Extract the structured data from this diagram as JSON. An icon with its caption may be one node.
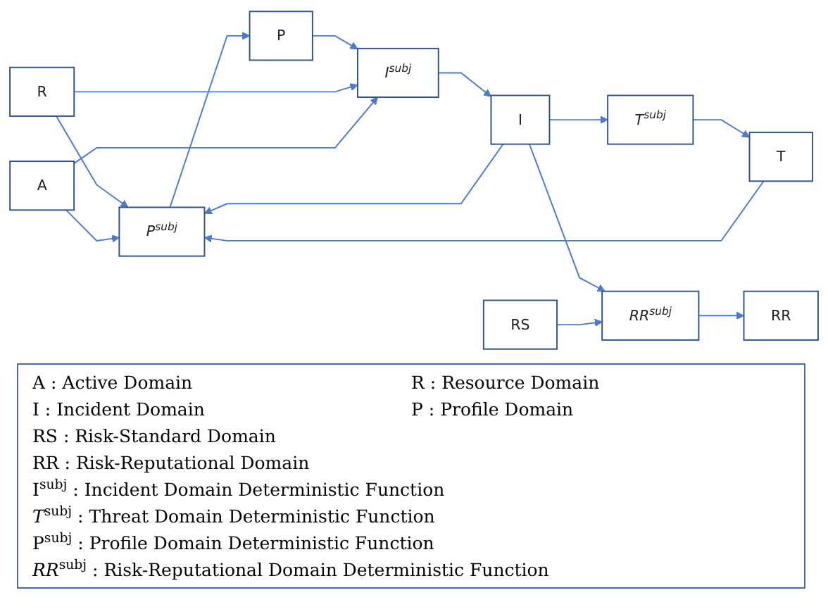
{
  "diagram": {
    "nodes": [
      {
        "text": [
          "P$^{subj}$"
        ]
      },
      {
        "text": [
          "T"
        ]
      },
      {
        "text": [
          "P"
        ]
      },
      {
        "text": [
          "R"
        ]
      },
      {
        "text": [
          "T$^{subj}$"
        ]
      },
      {
        "text": [
          "I$^{subj}$"
        ]
      },
      {
        "text": [
          "I"
        ]
      },
      {
        "text": [
          "RR$^{subj}$"
        ]
      },
      {
        "text": [
          "RR"
        ]
      },
      {
        "text": [
          "A"
        ]
      },
      {
        "text": [
          "RS"
        ]
      }
    ],
    "edges": [
      {
        "from": 3,
        "to": 0,
        "arrow": "to"
      },
      {
        "from": 9,
        "to": 0,
        "arrow": "to"
      },
      {
        "from": 0,
        "to": 2,
        "arrow": "to"
      },
      {
        "from": 2,
        "to": 5,
        "arrow": "to"
      },
      {
        "from": 3,
        "to": 5,
        "arrow": "to"
      },
      {
        "from": 9,
        "to": 5,
        "arrow": "to"
      },
      {
        "from": 5,
        "to": 6,
        "arrow": "to"
      },
      {
        "from": 6,
        "to": 0,
        "arrow": "to"
      },
      {
        "from": 1,
        "to": 0,
        "arrow": "to"
      },
      {
        "from": 6,
        "to": 4,
        "arrow": "to"
      },
      {
        "from": 6,
        "to": 7,
        "arrow": "to"
      },
      {
        "from": 10,
        "to": 7,
        "arrow": "to"
      },
      {
        "from": 4,
        "to": 1,
        "arrow": "to"
      },
      {
        "from": 7,
        "to": 8,
        "arrow": "to"
      }
    ],
    "labels": [
      "A : Active Domain",
      "R : Resource Domain",
      "I : Incident Domain",
      "P : Profile Domain",
      "RS : Risk-Standard Domain",
      "RR : Risk-Reputational Domain",
      "I$^{subj}$ : Incident Domain Deterministic Function",
      "*T*$^{subj}$ : Threat Domain Deterministic Function",
      "P$^{subj}$ : Profile Domain Deterministic Function",
      "*RR*$^{subj}$ : Risk-Reputational Domain Deterministic Function"
    ]
  }
}
